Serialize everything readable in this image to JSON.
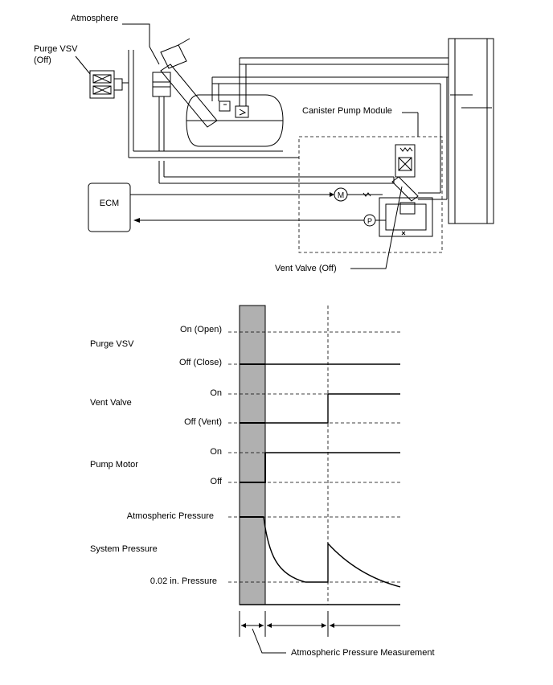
{
  "diagram": {
    "labels": {
      "atmosphere": "Atmosphere",
      "purge_vsv": "Purge VSV",
      "purge_vsv_state": "(Off)",
      "canister_pump_module": "Canister Pump Module",
      "ecm": "ECM",
      "vent_valve": "Vent Valve (Off)",
      "motor_symbol": "M",
      "pressure_symbol": "P"
    }
  },
  "timing_chart": {
    "rows": [
      {
        "name": "Purge VSV",
        "levels": [
          "On (Open)",
          "Off (Close)"
        ]
      },
      {
        "name": "Vent Valve",
        "levels": [
          "On",
          "Off (Vent)"
        ]
      },
      {
        "name": "Pump Motor",
        "levels": [
          "On",
          "Off"
        ]
      },
      {
        "name": "System Pressure",
        "levels": [
          "Atmospheric Pressure",
          "0.02 in. Pressure"
        ]
      }
    ],
    "annotation": "Atmospheric Pressure Measurement"
  }
}
